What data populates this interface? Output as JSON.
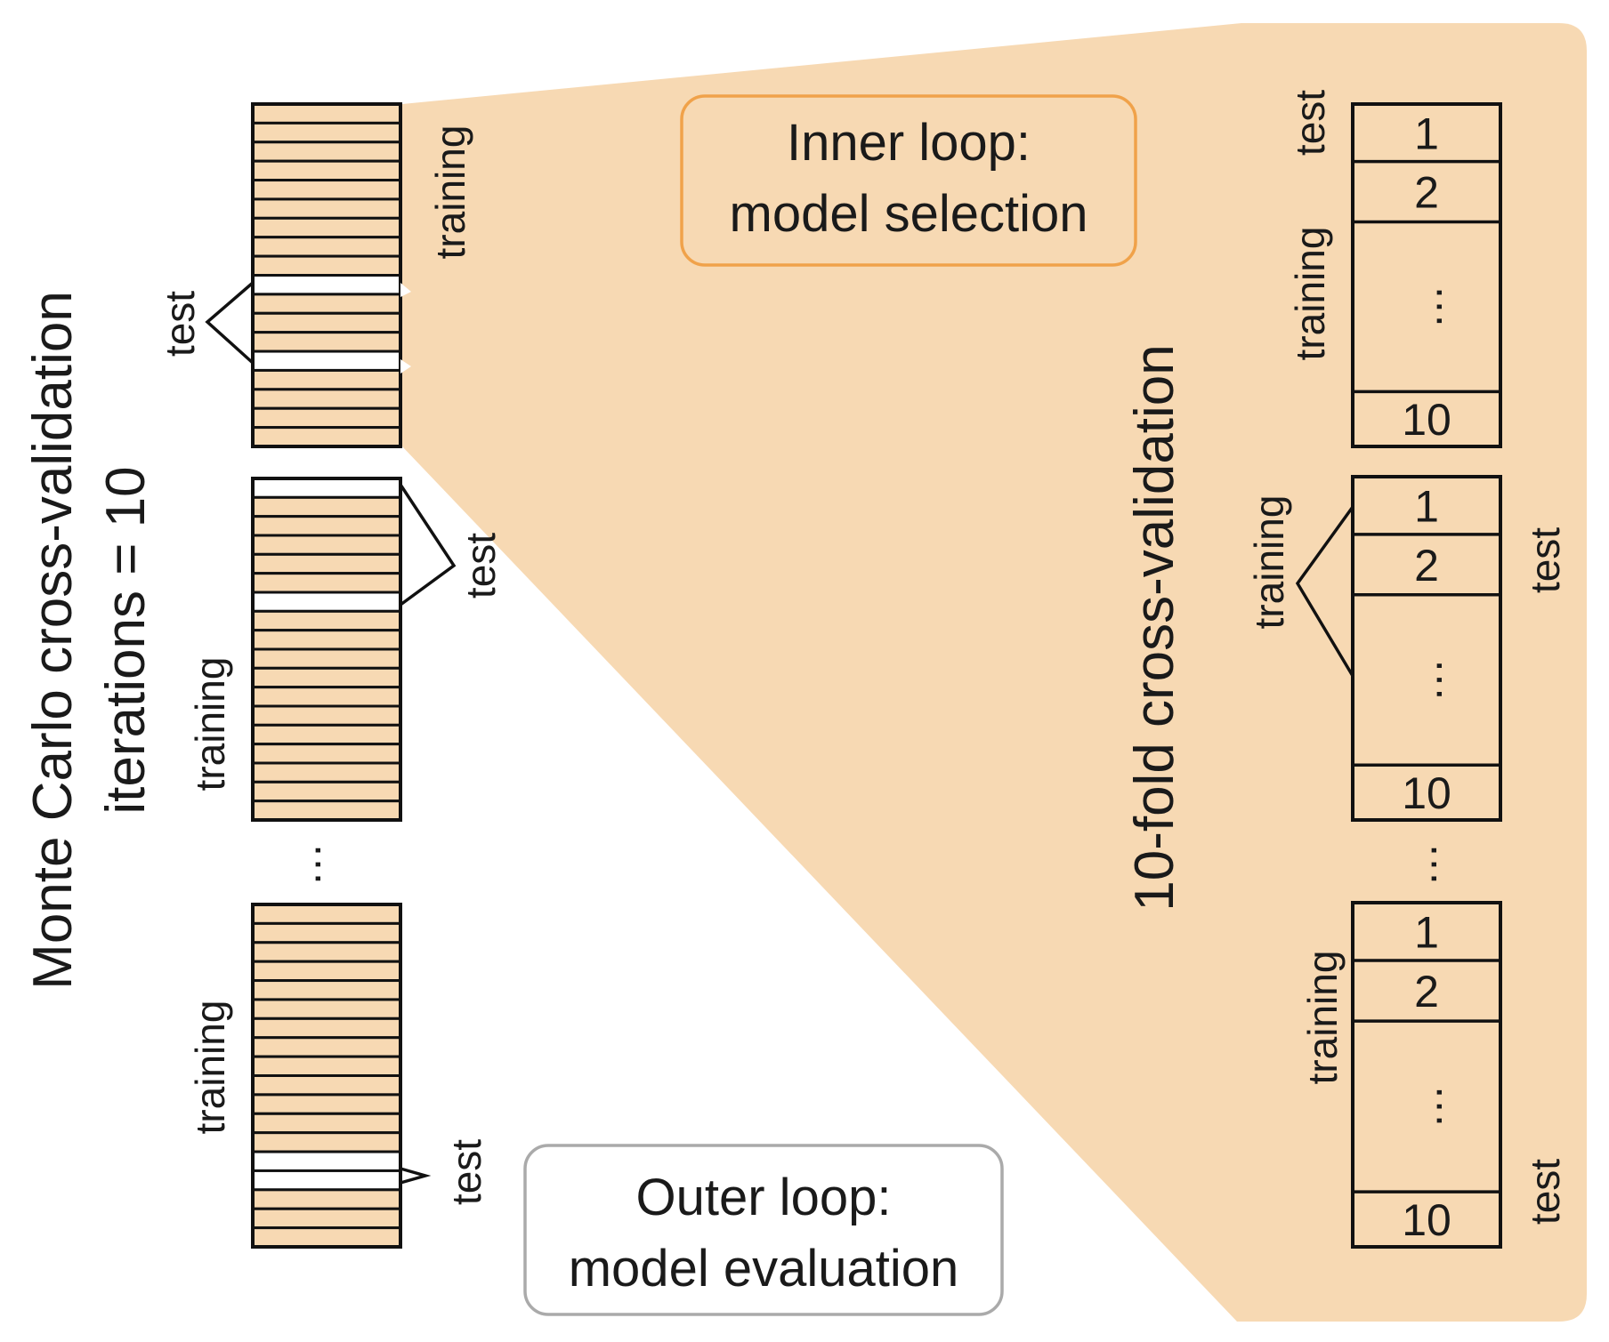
{
  "title_line1": "Monte Carlo cross-validation",
  "title_line2": "iterations = 10",
  "inner_title_line1": "Inner loop:",
  "inner_title_line2": "model selection",
  "outer_title_line1": "Outer loop:",
  "outer_title_line2": "model evaluation",
  "inner_cv_label": "10-fold cross-validation",
  "training_label": "training",
  "test_label": "test",
  "ellipsis": "…",
  "fold_labels": [
    "1",
    "2",
    "…",
    "10"
  ],
  "colors": {
    "fill": "#f7d9b3",
    "inner_box_border": "#f0a24a",
    "outer_box_border": "#aaaaaa",
    "stroke": "#111111"
  },
  "outer_blocks": [
    {
      "rows": 18,
      "test_rows": [
        9,
        13
      ]
    },
    {
      "rows": 18,
      "test_rows": [
        0,
        6
      ]
    },
    {
      "rows": 18,
      "test_rows": [
        13,
        14
      ]
    }
  ]
}
